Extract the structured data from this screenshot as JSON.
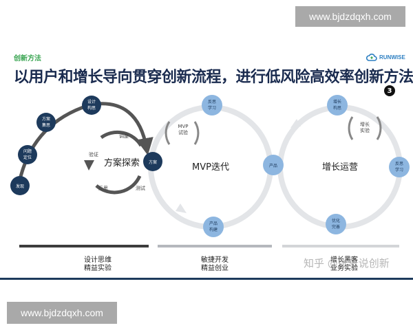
{
  "watermark": {
    "top": "www.bjdzdqxh.com",
    "bottom": "www.bjdzdqxh.com",
    "source": "知乎 @张爷说创新"
  },
  "header": {
    "section_tag": "创新方法",
    "headline": "以用户和增长导向贯穿创新流程，进行低风险高效率创新方法",
    "logo_text": "RUNWISE",
    "page_number": "3"
  },
  "colors": {
    "node": "#1d3a5c",
    "node_light": "#8db6e0",
    "ring": "#e3e5e8",
    "arrow": "#555555",
    "accent": "#3aa552",
    "rule": "#1d3a5c"
  },
  "design_path": [
    "发现",
    "问题定位",
    "方案集思",
    "设计构思",
    "方案"
  ],
  "phases": {
    "explore": {
      "title": "方案探索",
      "steps": [
        "调整",
        "验证",
        "反思",
        "测试"
      ]
    },
    "mvp": {
      "title": "MVP迭代",
      "nodes": {
        "top": "反思学习",
        "right": "产品",
        "bottom": "产品构建"
      },
      "inner": "MVP试验"
    },
    "growth": {
      "title": "增长运营",
      "nodes": {
        "top": "增长构思",
        "right": "反思学习",
        "bottom": "优化完善"
      },
      "inner": "增长实验"
    }
  },
  "footer": {
    "col1": [
      "设计思维",
      "精益实验"
    ],
    "col2": [
      "敏捷开发",
      "精益创业"
    ],
    "col3": [
      "增长黑客",
      "业务实验"
    ]
  }
}
